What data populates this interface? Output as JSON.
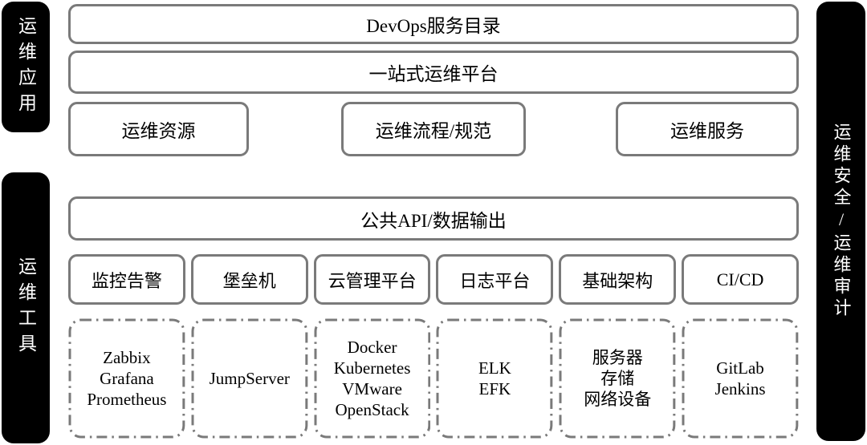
{
  "palette": {
    "background": "#ffffff",
    "box_border": "#7a7a7a",
    "side_bar_bg": "#000000",
    "side_bar_text": "#ffffff",
    "text": "#000000"
  },
  "side_bars": {
    "left_top": {
      "label": "运维应用"
    },
    "left_bottom": {
      "label": "运维工具"
    },
    "right": {
      "label": "运维安全/运维审计"
    }
  },
  "app_layer": {
    "catalog": "DevOps服务目录",
    "platform": "一站式运维平台",
    "modules": [
      "运维资源",
      "运维流程/规范",
      "运维服务"
    ]
  },
  "tool_layer": {
    "api_row": "公共API/数据输出",
    "categories": [
      "监控告警",
      "堡垒机",
      "云管理平台",
      "日志平台",
      "基础架构",
      "CI/CD"
    ],
    "tools": [
      "Zabbix\nGrafana\nPrometheus",
      "JumpServer",
      "Docker\nKubernetes\nVMware\nOpenStack",
      "ELK\nEFK",
      "服务器\n存储\n网络设备",
      "GitLab\nJenkins"
    ]
  }
}
